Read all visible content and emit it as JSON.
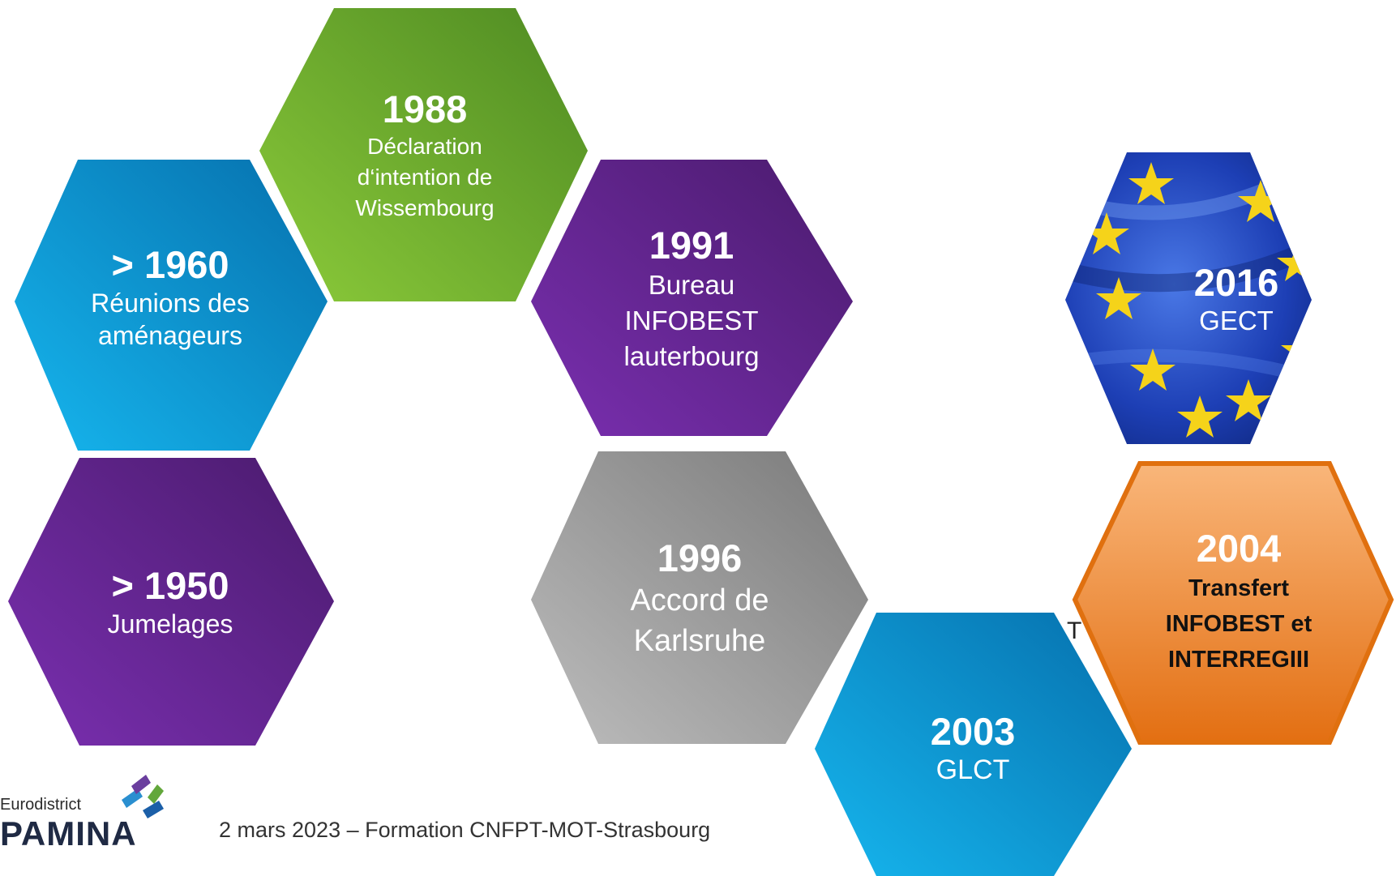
{
  "timeline": [
    {
      "id": "1960",
      "year": "> 1960",
      "label": "Réunions des aménageurs"
    },
    {
      "id": "1988",
      "year": "1988",
      "label": "Déclaration d‘intention de Wissembourg"
    },
    {
      "id": "1991",
      "year": "1991",
      "label": "Bureau INFOBEST lauterbourg"
    },
    {
      "id": "1950",
      "year": "> 1950",
      "label": "Jumelages"
    },
    {
      "id": "1996",
      "year": "1996",
      "label": "Accord de Karlsruhe"
    },
    {
      "id": "2003",
      "year": "2003",
      "label": "GLCT"
    },
    {
      "id": "2016",
      "year": "2016",
      "label": "GECT"
    },
    {
      "id": "2004",
      "year": "2004",
      "label": "Transfert INFOBEST et INTERREGIII"
    }
  ],
  "footer": {
    "text": "2 mars 2023 – Formation CNFPT-MOT-Strasbourg"
  },
  "logo": {
    "small": "Eurodistrict",
    "big": "PAMINA"
  },
  "stray_glyph": "T",
  "colors": {
    "purple": "#5b2a8c",
    "green": "#6fae2e",
    "blue": "#0a8fce",
    "grey": "#9a9a9a",
    "orange": "#f08a2c",
    "eu_blue": "#1a3fb0",
    "eu_star": "#f5d31a"
  }
}
